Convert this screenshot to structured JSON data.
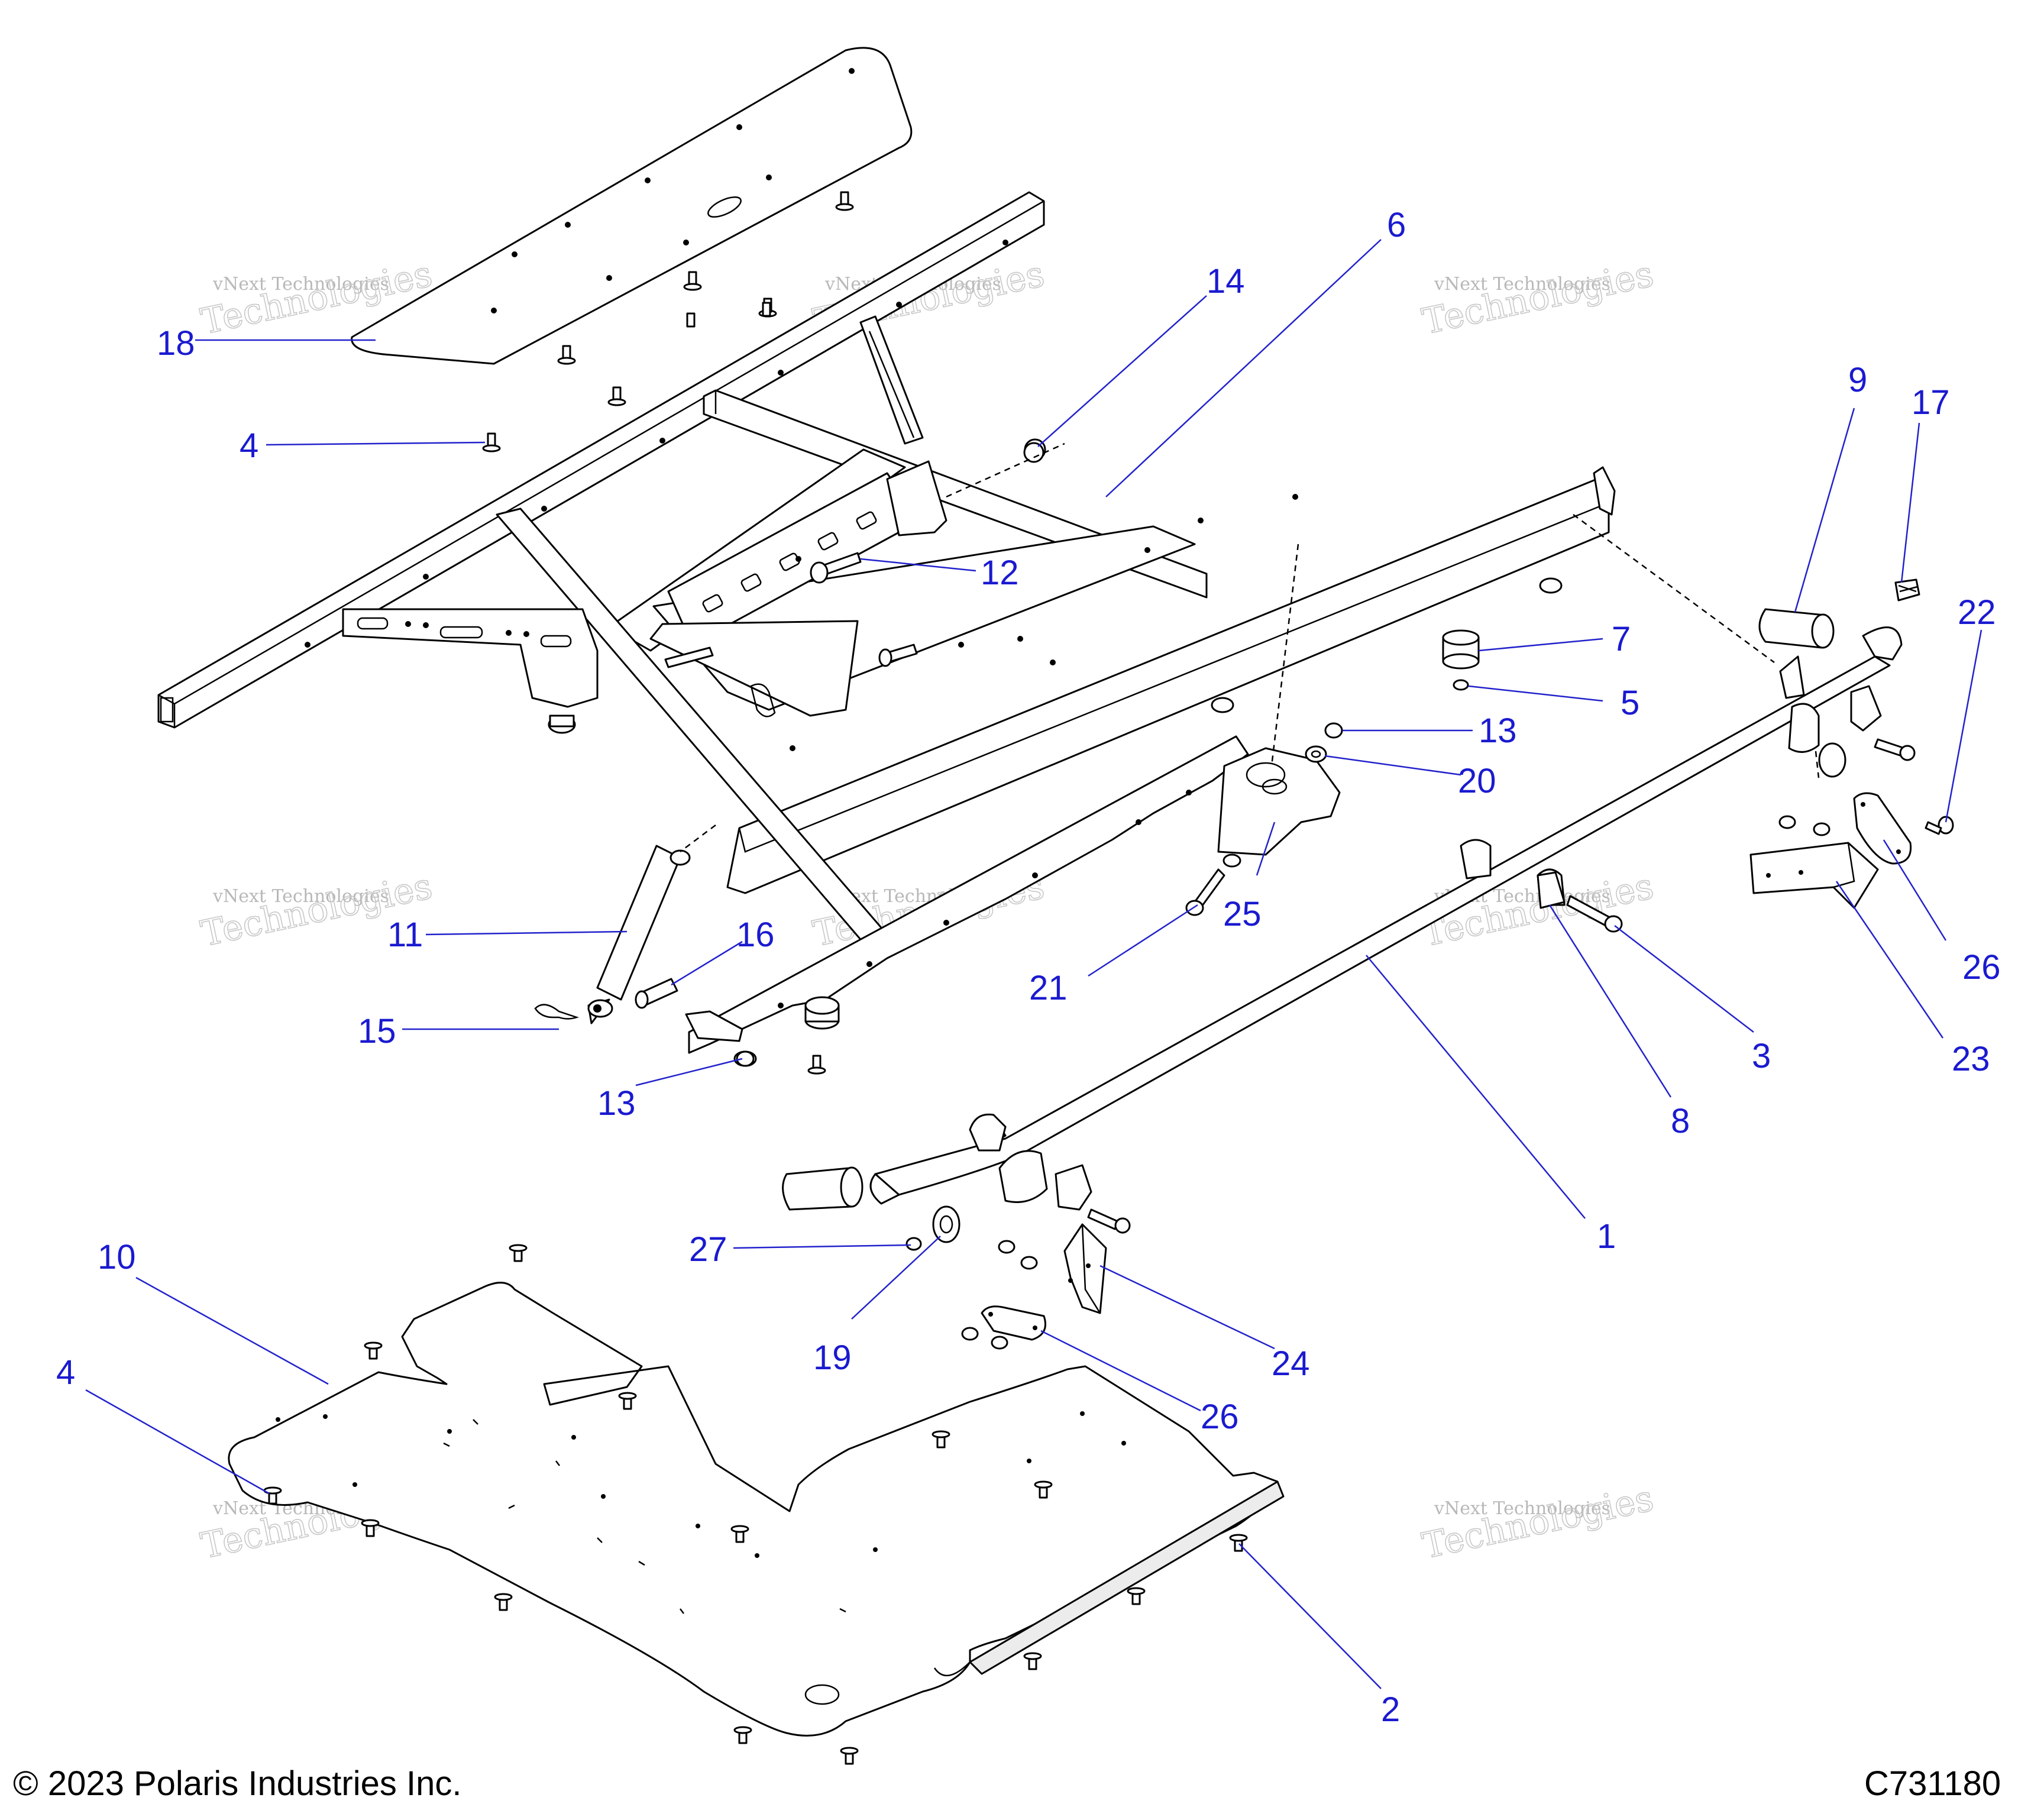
{
  "diagram": {
    "callouts": [
      {
        "id": "c18",
        "label": "18"
      },
      {
        "id": "c4a",
        "label": "4"
      },
      {
        "id": "c14",
        "label": "14"
      },
      {
        "id": "c6",
        "label": "6"
      },
      {
        "id": "c12",
        "label": "12"
      },
      {
        "id": "c9",
        "label": "9"
      },
      {
        "id": "c17",
        "label": "17"
      },
      {
        "id": "c22",
        "label": "22"
      },
      {
        "id": "c7",
        "label": "7"
      },
      {
        "id": "c5",
        "label": "5"
      },
      {
        "id": "c13a",
        "label": "13"
      },
      {
        "id": "c20",
        "label": "20"
      },
      {
        "id": "c11",
        "label": "11"
      },
      {
        "id": "c16",
        "label": "16"
      },
      {
        "id": "c25",
        "label": "25"
      },
      {
        "id": "c21",
        "label": "21"
      },
      {
        "id": "c15",
        "label": "15"
      },
      {
        "id": "c13b",
        "label": "13"
      },
      {
        "id": "c26a",
        "label": "26"
      },
      {
        "id": "c23",
        "label": "23"
      },
      {
        "id": "c3",
        "label": "3"
      },
      {
        "id": "c8",
        "label": "8"
      },
      {
        "id": "c1",
        "label": "1"
      },
      {
        "id": "c27",
        "label": "27"
      },
      {
        "id": "c19",
        "label": "19"
      },
      {
        "id": "c24",
        "label": "24"
      },
      {
        "id": "c10",
        "label": "10"
      },
      {
        "id": "c4b",
        "label": "4"
      },
      {
        "id": "c26b",
        "label": "26"
      },
      {
        "id": "c2",
        "label": "2"
      }
    ],
    "watermark": {
      "line1": "vNext Technologies",
      "line2": "vNext",
      "line3": "Technologies"
    }
  },
  "footer": {
    "copyright": "© 2023 Polaris Industries Inc.",
    "drawing_number": "C731180"
  }
}
